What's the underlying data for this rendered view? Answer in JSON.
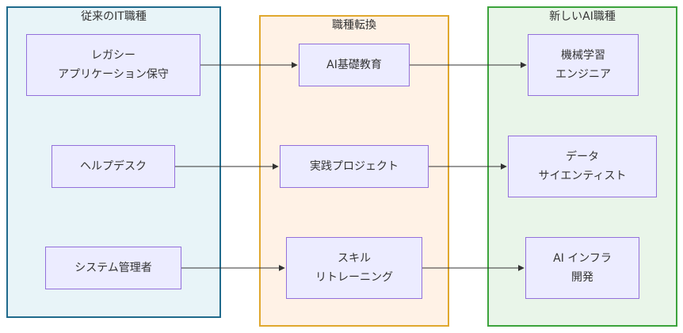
{
  "colors": {
    "node_fill": "#ECECFF",
    "node_border": "#9370DB",
    "edge": "#333333",
    "legacy_fill": "#E8F4F8",
    "legacy_border": "#1F6A8C",
    "transition_fill": "#FFF2E6",
    "transition_border": "#E0A82E",
    "new_fill": "#E9F5E9",
    "new_border": "#3CA33C"
  },
  "clusters": {
    "legacy": {
      "title": "従来のIT職種"
    },
    "transition": {
      "title": "職種転換"
    },
    "new_roles": {
      "title": "新しいAI職種"
    }
  },
  "nodes": {
    "legacy_app": {
      "line1": "レガシー",
      "line2": "アプリケーション保守"
    },
    "helpdesk": {
      "line1": "ヘルプデスク"
    },
    "sysadmin": {
      "line1": "システム管理者"
    },
    "ai_education": {
      "line1": "AI基礎教育"
    },
    "practice_project": {
      "line1": "実践プロジェクト"
    },
    "skill_retraining": {
      "line1": "スキル",
      "line2": "リトレーニング"
    },
    "ml_engineer": {
      "line1": "機械学習",
      "line2": "エンジニア"
    },
    "data_scientist": {
      "line1": "データ",
      "line2": "サイエンティスト"
    },
    "ai_infra": {
      "line1": "AI インフラ",
      "line2": "開発"
    }
  },
  "edges": [
    {
      "from": "レガシー アプリケーション保守",
      "to": "AI基礎教育"
    },
    {
      "from": "AI基礎教育",
      "to": "機械学習 エンジニア"
    },
    {
      "from": "ヘルプデスク",
      "to": "実践プロジェクト"
    },
    {
      "from": "実践プロジェクト",
      "to": "データ サイエンティスト"
    },
    {
      "from": "システム管理者",
      "to": "スキル リトレーニング"
    },
    {
      "from": "スキル リトレーニング",
      "to": "AI インフラ 開発"
    }
  ]
}
